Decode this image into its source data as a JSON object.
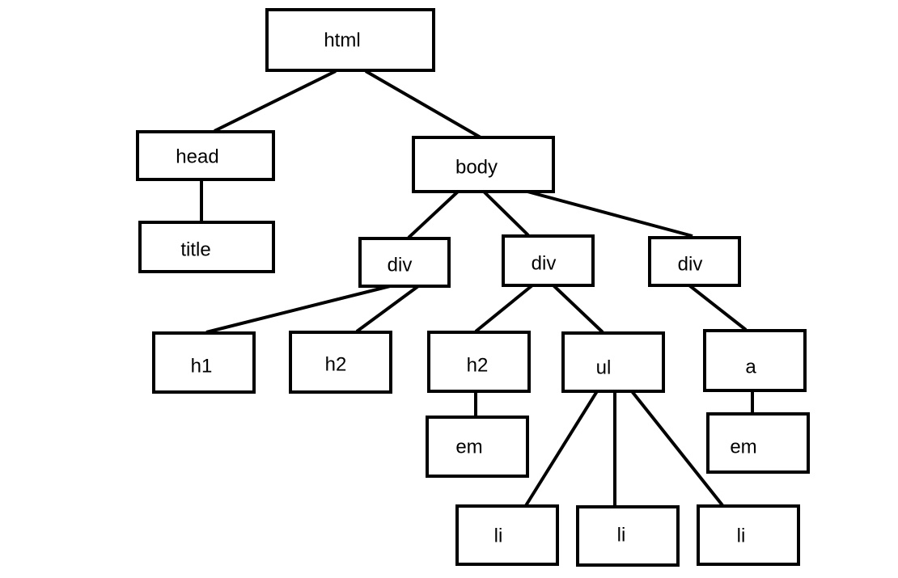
{
  "diagram": {
    "nodes": [
      {
        "id": "html",
        "label": "html"
      },
      {
        "id": "head",
        "label": "head"
      },
      {
        "id": "title",
        "label": "title"
      },
      {
        "id": "body",
        "label": "body"
      },
      {
        "id": "div1",
        "label": "div"
      },
      {
        "id": "div2",
        "label": "div"
      },
      {
        "id": "div3",
        "label": "div"
      },
      {
        "id": "h1",
        "label": "h1"
      },
      {
        "id": "h2a",
        "label": "h2"
      },
      {
        "id": "h2b",
        "label": "h2"
      },
      {
        "id": "ul",
        "label": "ul"
      },
      {
        "id": "a",
        "label": "a"
      },
      {
        "id": "em1",
        "label": "em"
      },
      {
        "id": "em2",
        "label": "em"
      },
      {
        "id": "li1",
        "label": "li"
      },
      {
        "id": "li2",
        "label": "li"
      },
      {
        "id": "li3",
        "label": "li"
      }
    ],
    "edges": [
      {
        "from": "html",
        "to": "head"
      },
      {
        "from": "html",
        "to": "body"
      },
      {
        "from": "head",
        "to": "title"
      },
      {
        "from": "body",
        "to": "div1"
      },
      {
        "from": "body",
        "to": "div2"
      },
      {
        "from": "body",
        "to": "div3"
      },
      {
        "from": "div1",
        "to": "h1"
      },
      {
        "from": "div1",
        "to": "h2a"
      },
      {
        "from": "div2",
        "to": "h2b"
      },
      {
        "from": "div2",
        "to": "ul"
      },
      {
        "from": "div3",
        "to": "a"
      },
      {
        "from": "h2b",
        "to": "em1"
      },
      {
        "from": "ul",
        "to": "li1"
      },
      {
        "from": "ul",
        "to": "li2"
      },
      {
        "from": "ul",
        "to": "li3"
      },
      {
        "from": "a",
        "to": "em2"
      }
    ],
    "colors": {
      "stroke": "#000000",
      "fill": "#ffffff",
      "text": "#000000"
    }
  }
}
